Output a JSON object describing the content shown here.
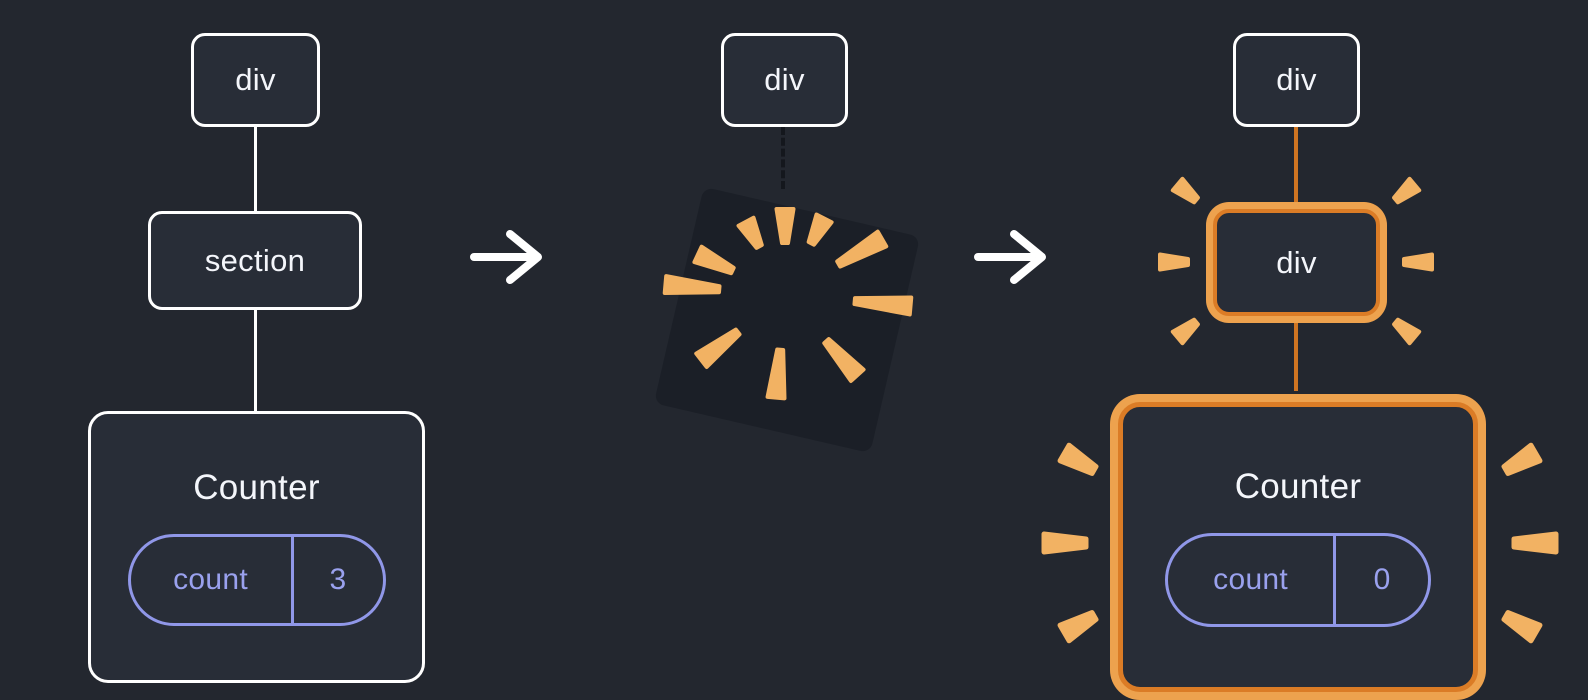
{
  "left_tree": {
    "root_label": "div",
    "child_label": "section",
    "component_label": "Counter",
    "state_key": "count",
    "state_value": "3"
  },
  "middle": {
    "root_label": "div"
  },
  "right_tree": {
    "root_label": "div",
    "child_label": "div",
    "component_label": "Counter",
    "state_key": "count",
    "state_value": "0"
  },
  "icons": {
    "arrow_1": "arrow-right",
    "arrow_2": "arrow-right",
    "explosion": "poof-explosion-burst",
    "sparks": "highlight-sparks"
  },
  "colors": {
    "background": "#23272f",
    "node_fill": "#282d37",
    "node_border": "#ffffff",
    "node_text": "#f4f6fb",
    "state_accent": "#9097e8",
    "highlight_border": "#db7c26",
    "highlight_glow": "#eda24e",
    "spark": "#f2b263",
    "connector": "#ffffff",
    "connector_highlight": "#cf7522",
    "connector_dashed": "#14171d"
  }
}
